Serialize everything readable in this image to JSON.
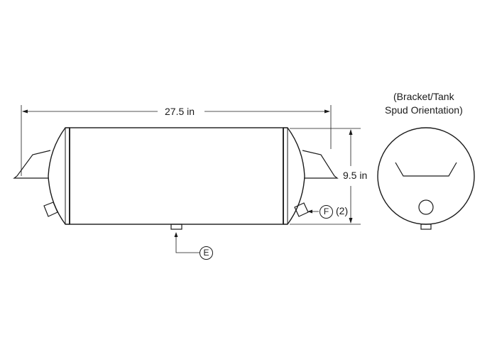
{
  "dimensions": {
    "length": "27.5 in",
    "diameter": "9.5 in"
  },
  "callouts": {
    "e": "E",
    "f": "F",
    "f_quantity": "(2)"
  },
  "end_view_caption": {
    "line1": "(Bracket/Tank",
    "line2": "Spud Orientation)"
  },
  "colors": {
    "line": "#1a1a1a",
    "background": "#ffffff"
  }
}
